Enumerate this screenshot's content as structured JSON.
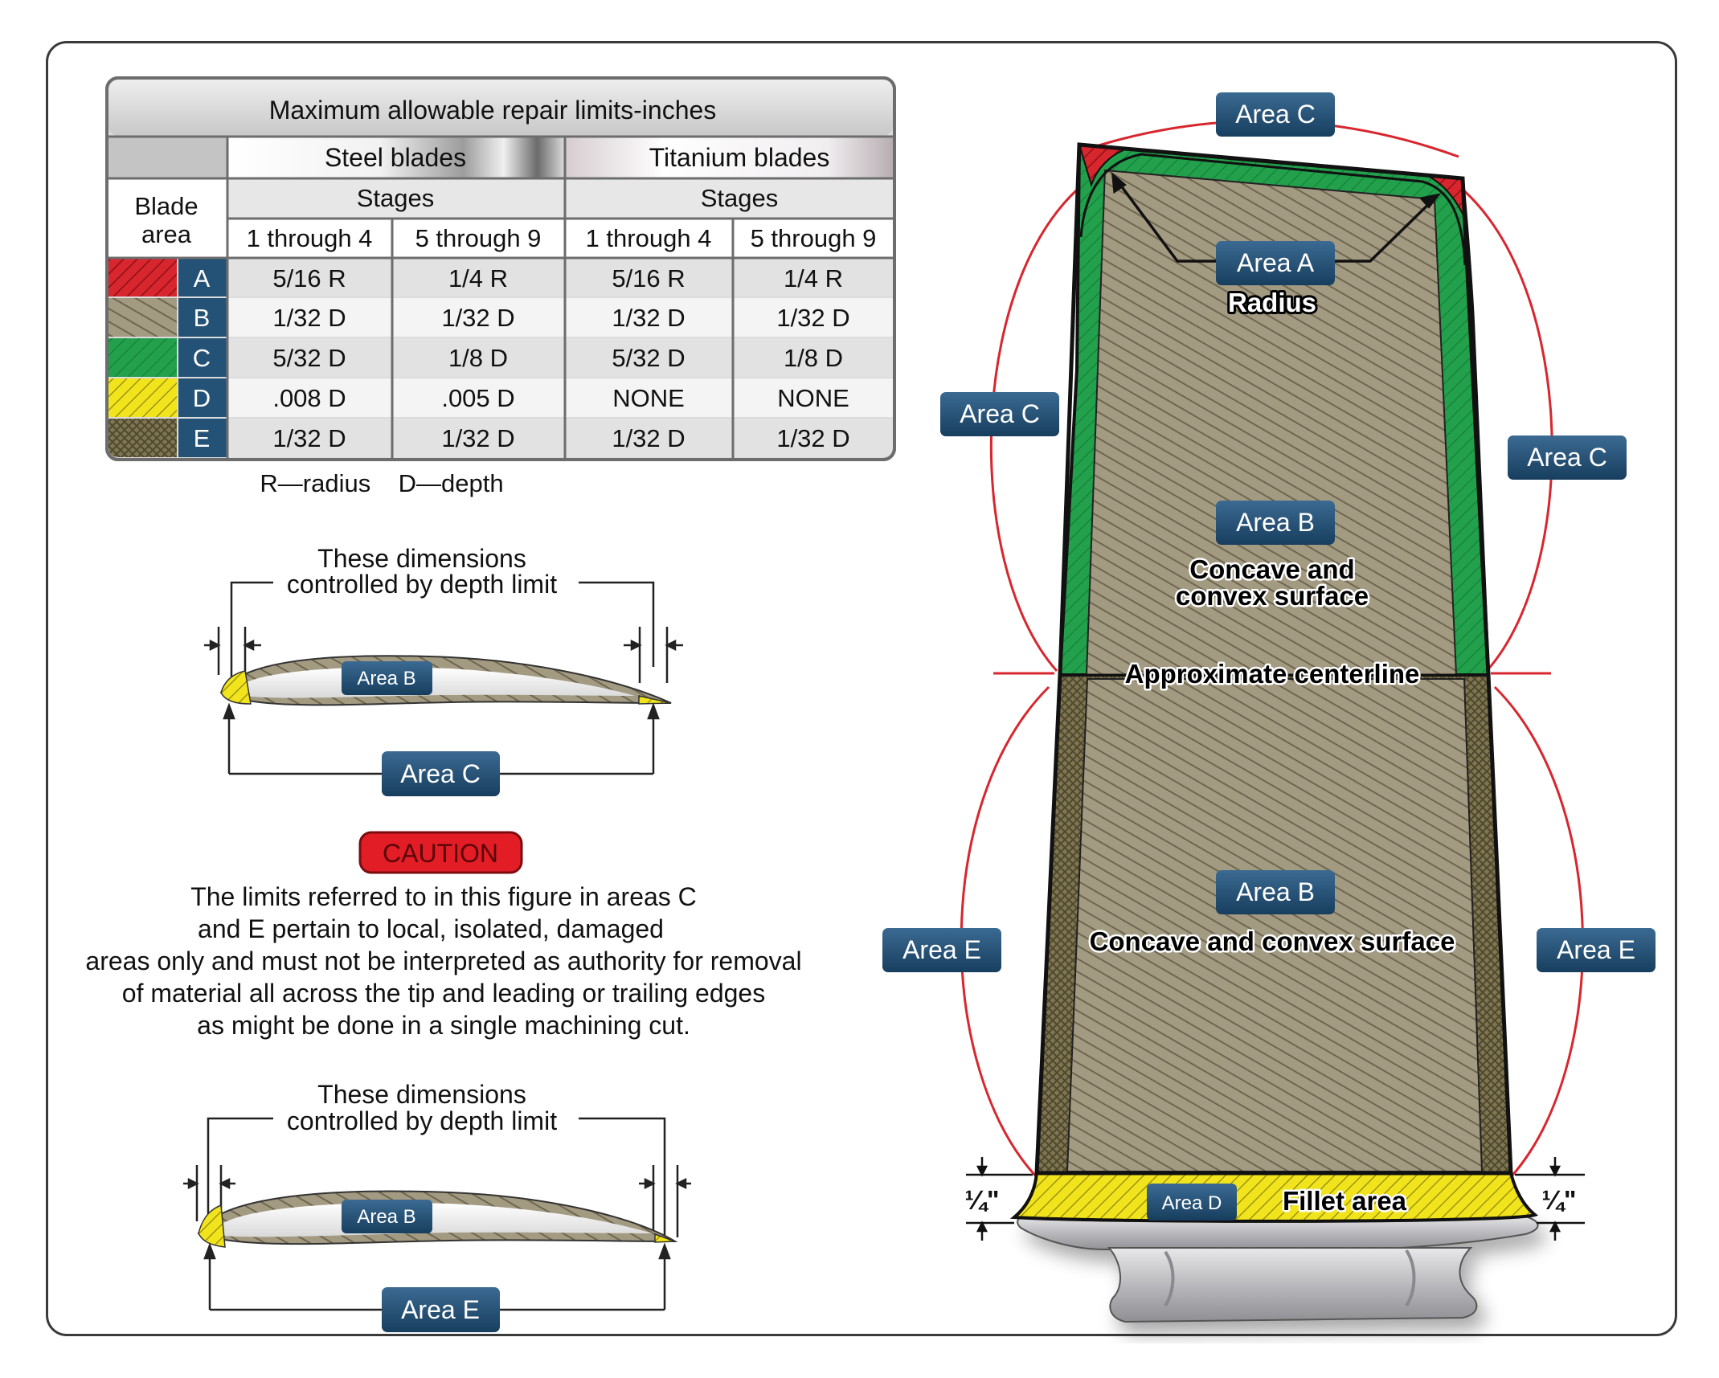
{
  "table": {
    "title": "Maximum allowable repair limits-inches",
    "steel_header": "Steel blades",
    "titanium_header": "Titanium blades",
    "stages_label": "Stages",
    "blade_area_label": [
      "Blade",
      "area"
    ],
    "stage_ranges": [
      "1 through 4",
      "5 through 9",
      "1 through 4",
      "5 through 9"
    ],
    "rows": [
      {
        "area": "A",
        "values": [
          "5/16 R",
          "1/4 R",
          "5/16 R",
          "1/4 R"
        ]
      },
      {
        "area": "B",
        "values": [
          "1/32 D",
          "1/32 D",
          "1/32 D",
          "1/32 D"
        ]
      },
      {
        "area": "C",
        "values": [
          "5/32 D",
          "1/8 D",
          "5/32 D",
          "1/8 D"
        ]
      },
      {
        "area": "D",
        "values": [
          ".008 D",
          ".005 D",
          "NONE",
          "NONE"
        ]
      },
      {
        "area": "E",
        "values": [
          "1/32 D",
          "1/32 D",
          "1/32 D",
          "1/32 D"
        ]
      }
    ],
    "legend": "R—radius    D—depth"
  },
  "section1": {
    "caption": [
      "These dimensions",
      "controlled by depth limit"
    ],
    "inner_label": "Area B",
    "bottom_label": "Area C"
  },
  "caution": {
    "badge": "CAUTION",
    "lines": [
      "The limits referred to in this figure in areas C",
      "and E pertain to local, isolated, damaged",
      "areas only and must not be interpreted as authority for removal",
      "of material all across the tip and leading or trailing edges",
      "as might be done in a single machining cut."
    ]
  },
  "section2": {
    "caption": [
      "These dimensions",
      "controlled by depth limit"
    ],
    "inner_label": "Area B",
    "bottom_label": "Area E"
  },
  "blade": {
    "area_c_top": "Area C",
    "area_c_left": "Area C",
    "area_c_right": "Area C",
    "area_a": "Area A",
    "radius": "Radius",
    "area_b_upper": "Area B",
    "upper_surface": [
      "Concave and",
      "convex surface"
    ],
    "centerline": "Approximate centerline",
    "area_b_lower": "Area B",
    "lower_surface": "Concave and convex surface",
    "area_e_left": "Area E",
    "area_e_right": "Area E",
    "area_d": "Area D",
    "fillet": "Fillet area",
    "dim_left": "¼\"",
    "dim_right": "¼\""
  },
  "colors": {
    "area_a": "#d8262e",
    "area_c": "#1f9a48",
    "area_d": "#f0e418",
    "label_bg": "#1f4d72",
    "red_line": "#d8262e"
  }
}
